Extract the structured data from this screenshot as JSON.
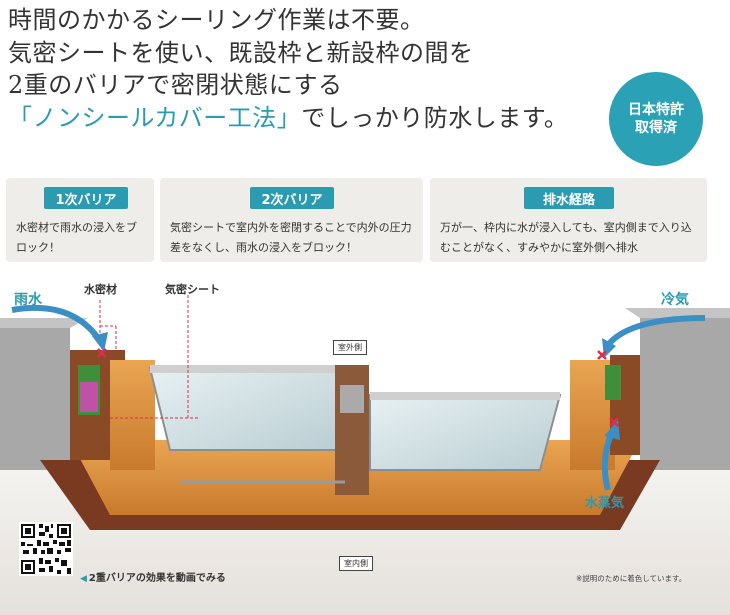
{
  "headline": {
    "line1": "時間のかかるシーリング作業は不要。",
    "line2": "気密シートを使い、既設枠と新設枠の間を",
    "line3": "2重のバリアで密閉状態にする",
    "line4_accent": "「ノンシールカバー工法」",
    "line4_rest": "でしっかり防水します。"
  },
  "patent_badge": {
    "line1": "日本特許",
    "line2": "取得済"
  },
  "cards": [
    {
      "tag": "1次バリア",
      "body": "水密材で雨水の浸入をブロック！"
    },
    {
      "tag": "2次バリア",
      "body": "気密シートで室内外を密閉することで内外の圧力差をなくし、雨水の浸入をブロック！"
    },
    {
      "tag": "排水経路",
      "body": "万が一、枠内に水が浸入しても、室内側まで入り込むことがなく、すみやかに室外側へ排水"
    }
  ],
  "diagram": {
    "rain": "雨水",
    "water_seal": "水密材",
    "airtight_sheet": "気密シート",
    "cold_air": "冷気",
    "vapor": "水蒸気",
    "outdoor": "室外側",
    "indoor": "室内側"
  },
  "video_link": "2重バリアの効果を動画でみる",
  "note": "※説明のために着色しています。",
  "colors": {
    "accent": "#2a9bb0",
    "frame_wood": "#d9913a",
    "wall": "#9c9c9c",
    "card_bg": "#efedea"
  }
}
